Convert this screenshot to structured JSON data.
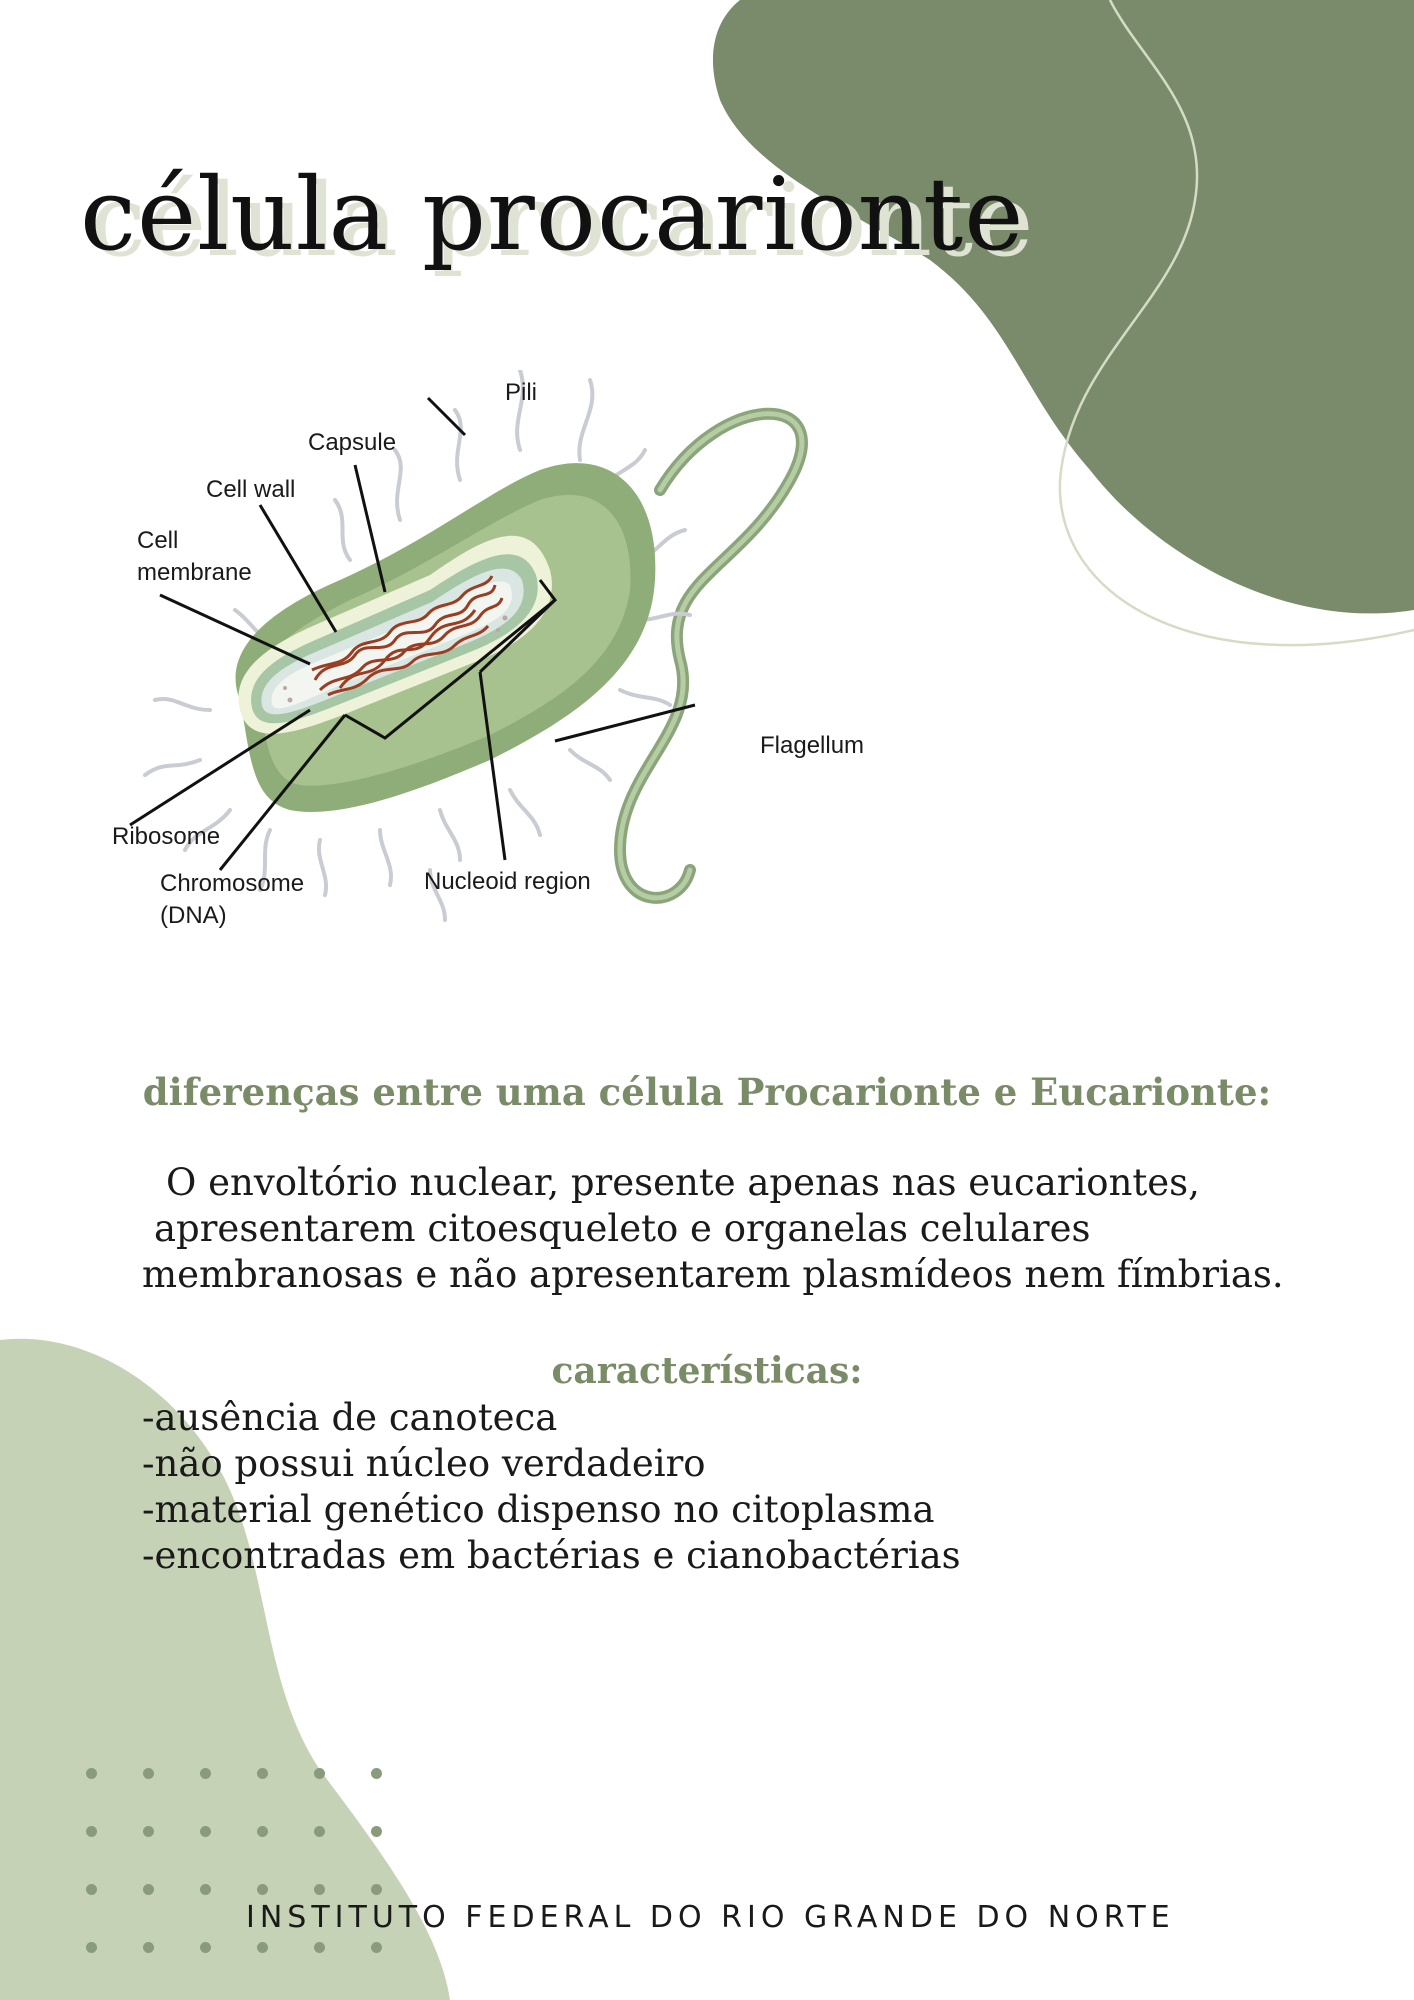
{
  "colors": {
    "blob_dark": "#7a8b6c",
    "blob_light": "#c6d2b6",
    "accent_text": "#7a8b68",
    "body_text": "#1a1a1a"
  },
  "title": "célula procarionte",
  "diagram": {
    "labels": {
      "pili": "Pili",
      "capsule": "Capsule",
      "cell_wall": "Cell wall",
      "cell_membrane_1": "Cell",
      "cell_membrane_2": "membrane",
      "flagellum": "Flagellum",
      "ribosome": "Ribosome",
      "chromosome_1": "Chromosome",
      "chromosome_2": "(DNA)",
      "nucleoid": "Nucleoid region"
    }
  },
  "differences": {
    "heading": "diferenças entre uma célula Procarionte e Eucarionte:",
    "lines": [
      "O envoltório nuclear, presente apenas nas eucariontes,",
      "apresentarem citoesqueleto e organelas celulares",
      "membranosas e não apresentarem plasmídeos nem fímbrias."
    ]
  },
  "characteristics": {
    "heading": "características:",
    "items": [
      "-ausência de canoteca",
      "-não possui núcleo verdadeiro",
      "-material genético dispenso no citoplasma",
      "-encontradas em bactérias e cianobactérias"
    ]
  },
  "footer": "INSTITUTO FEDERAL DO RIO GRANDE DO NORTE"
}
